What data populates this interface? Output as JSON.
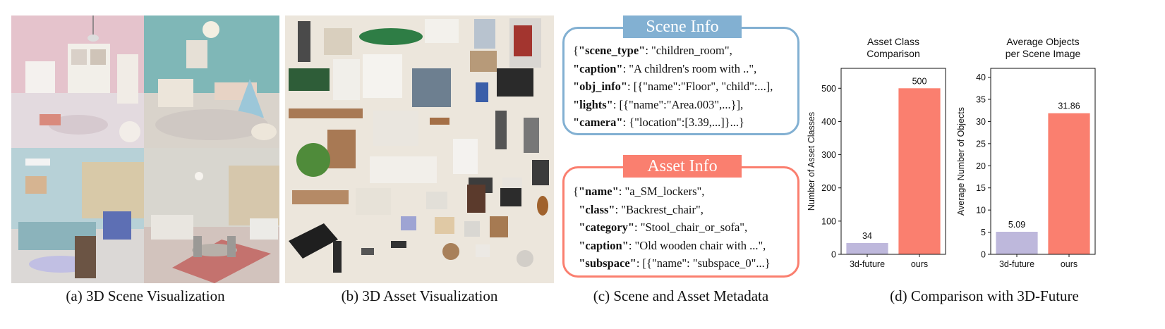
{
  "captions": {
    "a": "(a) 3D Scene Visualization",
    "b": "(b) 3D Asset Visualization",
    "c": "(c) Scene and Asset Metadata",
    "d": "(d) Comparison with 3D-Future"
  },
  "scene_info": {
    "title": "Scene Info",
    "lines": [
      {
        "pre": "{",
        "key": "\"scene_type\"",
        "val": ": \"children_room\","
      },
      {
        "pre": " ",
        "key": "\"caption\"",
        "val": ": \"A children's room with ..\","
      },
      {
        "pre": " ",
        "key": "\"obj_info\"",
        "val": ":  [{\"name\":\"Floor\", \"child\":...],"
      },
      {
        "pre": " ",
        "key": "\"lights\"",
        "val": ": [{\"name\":\"Area.003\",...}],"
      },
      {
        "pre": " ",
        "key": "\"camera\"",
        "val": ": {\"location\":[3.39,...]}...}"
      }
    ]
  },
  "asset_info": {
    "title": "Asset Info",
    "lines": [
      {
        "pre": "{",
        "key": "\"name\"",
        "val": ": \"a_SM_lockers\","
      },
      {
        "pre": "  ",
        "key": "\"class\"",
        "val": ": \"Backrest_chair\","
      },
      {
        "pre": "  ",
        "key": "\"category\"",
        "val": ": \"Stool_chair_or_sofa\","
      },
      {
        "pre": "  ",
        "key": "\"caption\"",
        "val": ": \"Old wooden chair with ...\","
      },
      {
        "pre": "  ",
        "key": "\"subspace\"",
        "val": ": [{\"name\": \"subspace_0\"...}"
      }
    ]
  },
  "chart_data": [
    {
      "type": "bar",
      "title": "Asset Class\nComparison",
      "xlabel": "",
      "ylabel": "Number of Asset Classes",
      "categories": [
        "3d-future",
        "ours"
      ],
      "values": [
        34,
        500
      ],
      "value_labels": [
        "34",
        "500"
      ],
      "colors": [
        "#beb8dc",
        "#fa7f6f"
      ],
      "ylim": [
        0,
        560
      ],
      "yticks": [
        0,
        100,
        200,
        300,
        400,
        500
      ],
      "grid": false
    },
    {
      "type": "bar",
      "title": "Average Objects\nper Scene Image",
      "xlabel": "",
      "ylabel": "Average Number of Objects",
      "categories": [
        "3d-future",
        "ours"
      ],
      "values": [
        5.09,
        31.86
      ],
      "value_labels": [
        "5.09",
        "31.86"
      ],
      "colors": [
        "#beb8dc",
        "#fa7f6f"
      ],
      "ylim": [
        0,
        42
      ],
      "yticks": [
        0,
        5,
        10,
        15,
        20,
        25,
        30,
        35,
        40
      ],
      "grid": false
    }
  ]
}
